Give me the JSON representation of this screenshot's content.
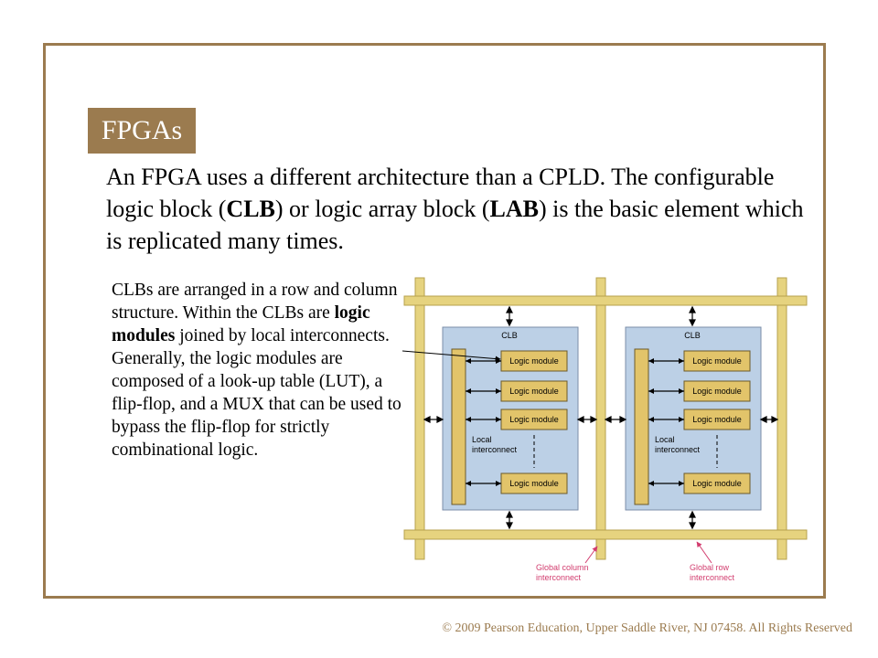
{
  "slide": {
    "title": "FPGAs",
    "intro": {
      "p1": "An FPGA uses a different architecture than a CPLD. The configurable logic block (",
      "b1": "CLB",
      "p2": ") or logic array block (",
      "b2": "LAB",
      "p3": ") is the basic element which is replicated many times."
    },
    "side": {
      "p1": "CLBs are arranged in a row and column structure. Within the CLBs are ",
      "b1": "logic modules",
      "p2": " joined by local interconnects. Generally, the logic modules are composed of a look-up table (LUT), a flip-flop, and a MUX that can be used to bypass the flip-flop for strictly combinational logic."
    },
    "copyright": "© 2009 Pearson Education, Upper Saddle River, NJ 07458. All Rights Reserved"
  },
  "diagram": {
    "clb_label": "CLB",
    "logic_module_label": "Logic module",
    "local_interconnect_line1": "Local",
    "local_interconnect_line2": "interconnect",
    "global_column_line1": "Global column",
    "global_column_line2": "interconnect",
    "global_row_line1": "Global row",
    "global_row_line2": "interconnect",
    "colors": {
      "bus": "#e6d37f",
      "bus_stroke": "#b7a24c",
      "clb_fill": "#bcd0e6",
      "clb_stroke": "#7b8ea8",
      "module_fill": "#e2c46a",
      "annotation": "#d23c6e",
      "frame": "#9b7b4f"
    }
  }
}
